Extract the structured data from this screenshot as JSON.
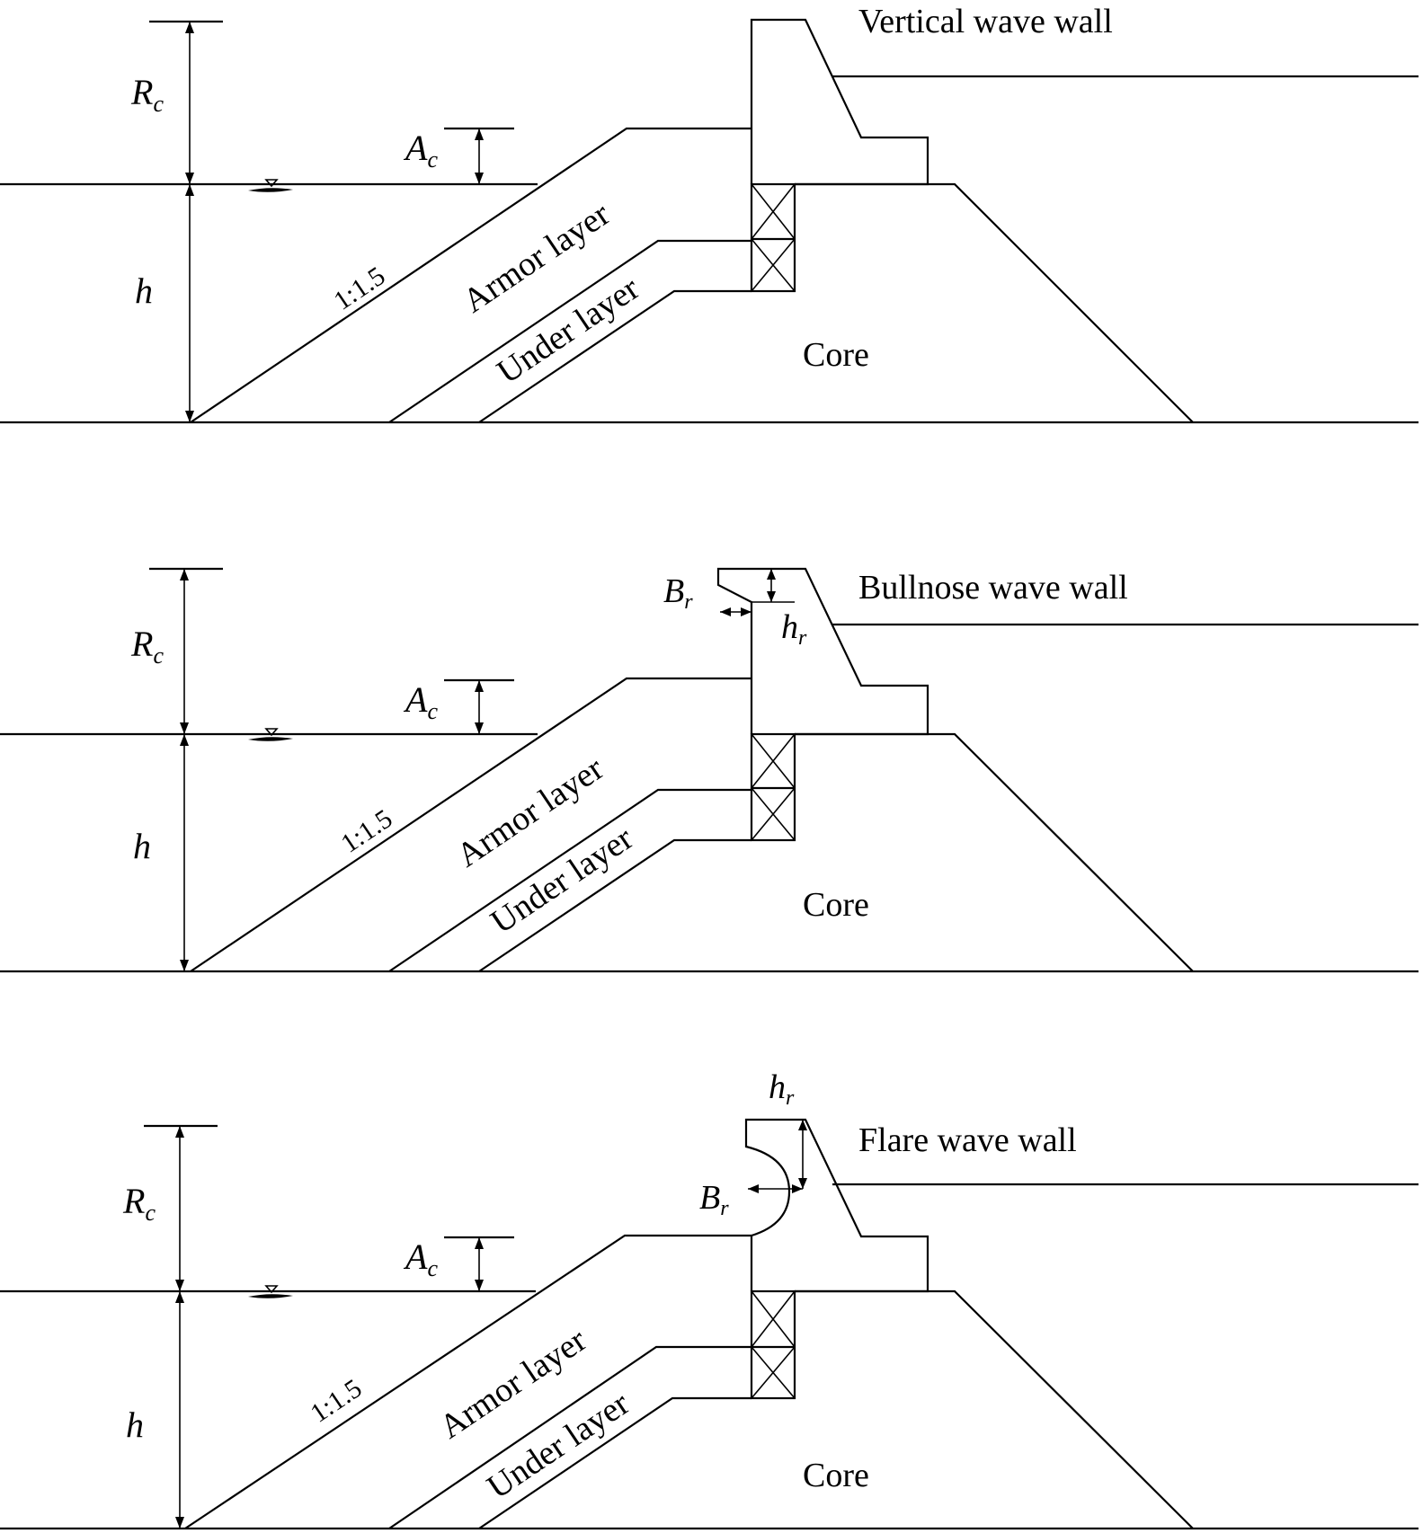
{
  "panels": [
    {
      "id": "vertical",
      "wall_label": "Vertical wave wall",
      "labels": {
        "Rc": "R",
        "Rc_sub": "c",
        "Ac": "A",
        "Ac_sub": "c",
        "h": "h",
        "slope": "1:1.5",
        "armor": "Armor layer",
        "under": "Under layer",
        "core": "Core"
      }
    },
    {
      "id": "bullnose",
      "wall_label": "Bullnose wave wall",
      "labels": {
        "Rc": "R",
        "Rc_sub": "c",
        "Ac": "A",
        "Ac_sub": "c",
        "h": "h",
        "slope": "1:1.5",
        "armor": "Armor layer",
        "under": "Under layer",
        "core": "Core",
        "Br": "B",
        "Br_sub": "r",
        "hr": "h",
        "hr_sub": "r"
      }
    },
    {
      "id": "flare",
      "wall_label": "Flare wave wall",
      "labels": {
        "Rc": "R",
        "Rc_sub": "c",
        "Ac": "A",
        "Ac_sub": "c",
        "h": "h",
        "slope": "1:1.5",
        "armor": "Armor layer",
        "under": "Under layer",
        "core": "Core",
        "Br": "B",
        "Br_sub": "r",
        "hr": "h",
        "hr_sub": "r"
      }
    }
  ]
}
